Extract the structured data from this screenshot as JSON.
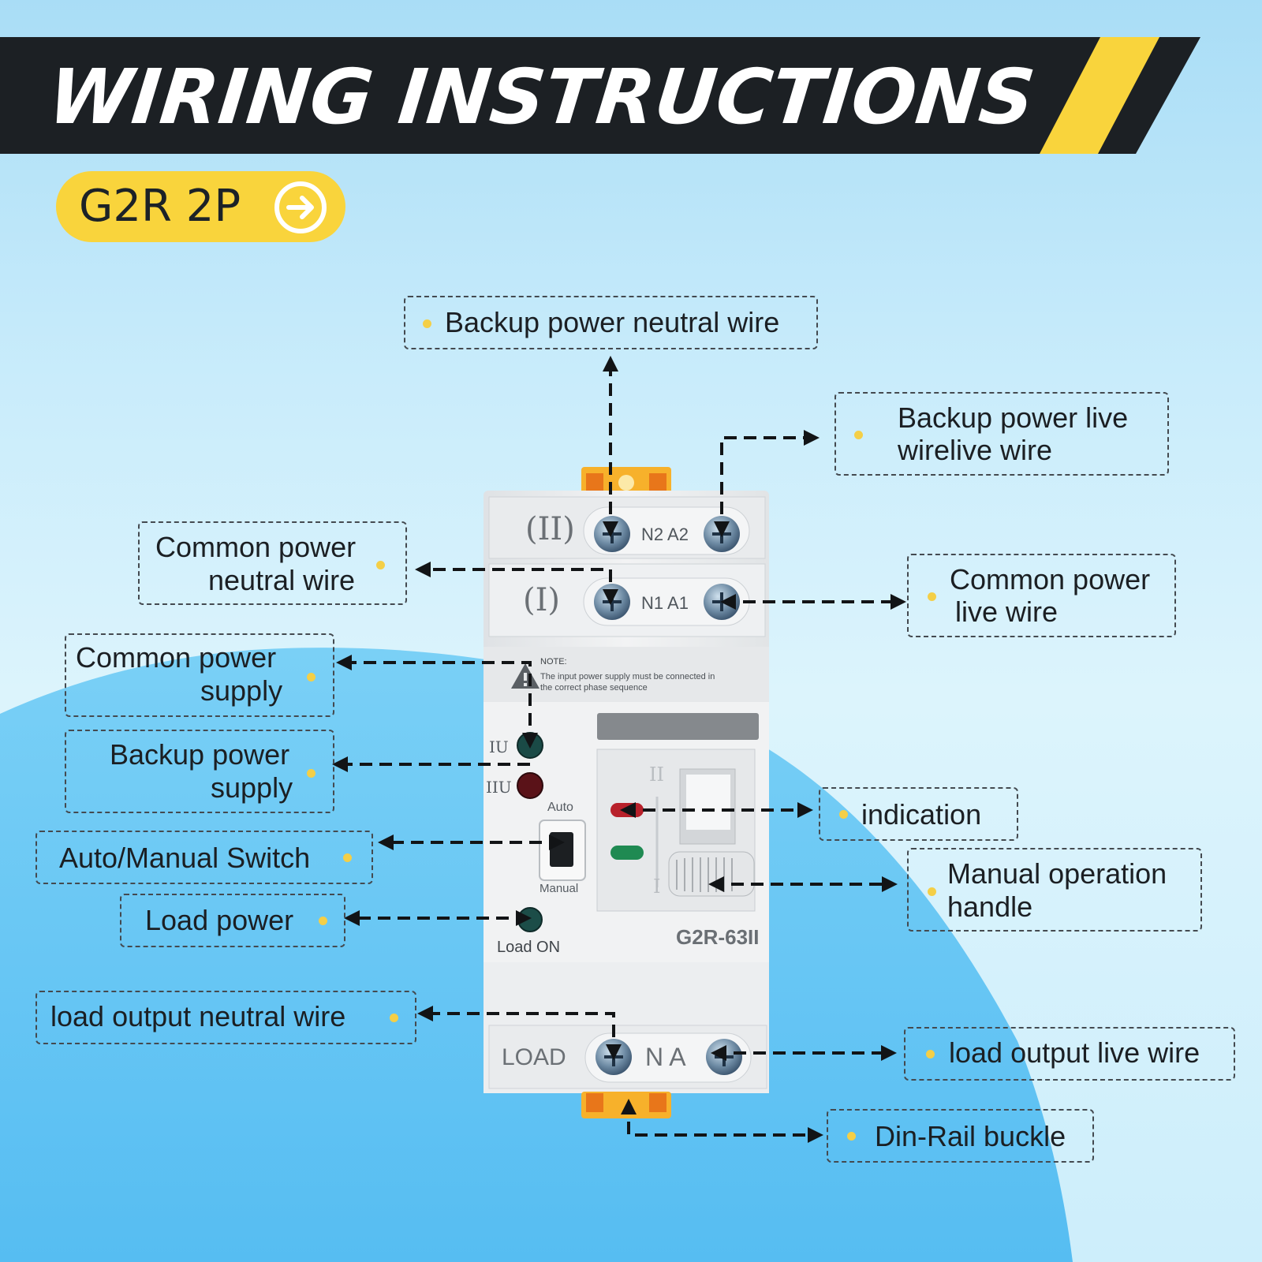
{
  "header": {
    "title": "WIRING INSTRUCTIONS",
    "model": "G2R  2P"
  },
  "device": {
    "terminal_top_label": "(II)",
    "terminal_top_pins": "N2 A2",
    "terminal_mid_label": "(I)",
    "terminal_mid_pins": "N1 A1",
    "note_heading": "NOTE:",
    "note_line1": "The input power supply must be connected in",
    "note_line2": "the correct phase sequence",
    "indicator_1_label": "IU",
    "indicator_2_label": "IIU",
    "switch_top_label": "Auto",
    "switch_bottom_label": "Manual",
    "load_indicator_label": "Load ON",
    "handle_top_mark": "II",
    "handle_bottom_mark": "I",
    "model_mark": "G2R-63II",
    "load_label": "LOAD",
    "load_pins": "N  A"
  },
  "callouts": {
    "backup_neutral": "Backup power neutral wire",
    "backup_live_1": "Backup power live",
    "backup_live_2": "wirelive wire",
    "common_neutral_1": "Common power",
    "common_neutral_2": "neutral wire",
    "common_live_1": "Common power",
    "common_live_2": "live wire",
    "common_supply_1": "Common power",
    "common_supply_2": "supply",
    "backup_supply_1": "Backup power",
    "backup_supply_2": "supply",
    "indication": "indication",
    "auto_manual": "Auto/Manual Switch",
    "manual_handle_1": "Manual operation",
    "manual_handle_2": "handle",
    "load_power": "Load power",
    "load_neutral": "load output  neutral wire",
    "load_live": "load output live wire",
    "din_rail": "Din-Rail buckle"
  },
  "colors": {
    "banner": "#1c2024",
    "accent_yellow": "#f9d43c",
    "callout_dot": "#f4cf47",
    "light_blue_bg": "#cdeefb",
    "bright_blue_blob": "#5fc2f4",
    "device_body": "#eceef0",
    "indicator_red": "#b8212b",
    "indicator_green": "#1f8a52",
    "rail_clip_orange": "#f59b1d"
  }
}
